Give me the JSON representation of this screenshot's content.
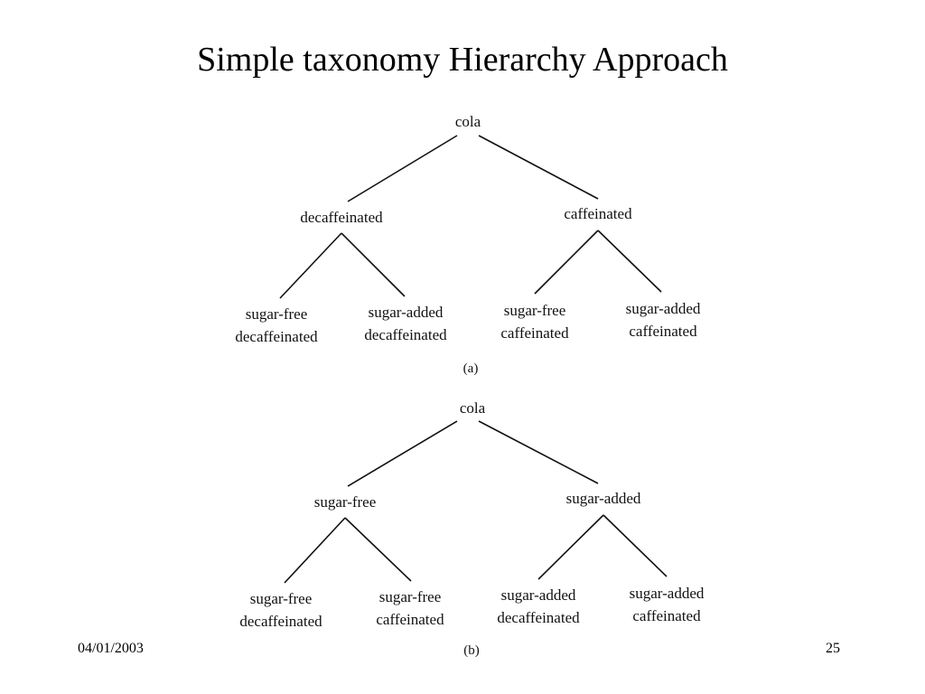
{
  "slide": {
    "title": "Simple taxonomy Hierarchy Approach",
    "footer_date": "04/01/2003",
    "page_number": "25"
  },
  "diagram_a": {
    "caption": "(a)",
    "root": "cola",
    "level1": [
      "decaffeinated",
      "caffeinated"
    ],
    "leaves": [
      [
        "sugar-free",
        "decaffeinated"
      ],
      [
        "sugar-added",
        "decaffeinated"
      ],
      [
        "sugar-free",
        "caffeinated"
      ],
      [
        "sugar-added",
        "caffeinated"
      ]
    ]
  },
  "diagram_b": {
    "caption": "(b)",
    "root": "cola",
    "level1": [
      "sugar-free",
      "sugar-added"
    ],
    "leaves": [
      [
        "sugar-free",
        "decaffeinated"
      ],
      [
        "sugar-free",
        "caffeinated"
      ],
      [
        "sugar-added",
        "decaffeinated"
      ],
      [
        "sugar-added",
        "caffeinated"
      ]
    ]
  }
}
